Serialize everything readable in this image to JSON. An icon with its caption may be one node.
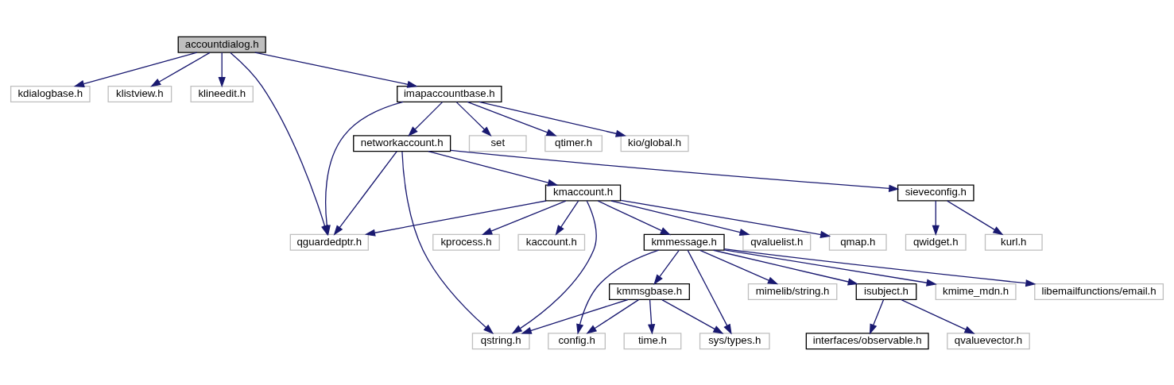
{
  "diagram": {
    "nodes": [
      {
        "text": [
          "accountdialog.h"
        ]
      },
      {
        "text": [
          "kdialogbase.h"
        ]
      },
      {
        "text": [
          "klistview.h"
        ]
      },
      {
        "text": [
          "klineedit.h"
        ]
      },
      {
        "text": [
          "imapaccountbase.h"
        ]
      },
      {
        "text": [
          "networkaccount.h"
        ]
      },
      {
        "text": [
          "set"
        ]
      },
      {
        "text": [
          "qtimer.h"
        ]
      },
      {
        "text": [
          "kio/global.h"
        ]
      },
      {
        "text": [
          "kmaccount.h"
        ]
      },
      {
        "text": [
          "sieveconfig.h"
        ]
      },
      {
        "text": [
          "qguardedptr.h"
        ]
      },
      {
        "text": [
          "kprocess.h"
        ]
      },
      {
        "text": [
          "kaccount.h"
        ]
      },
      {
        "text": [
          "kmmessage.h"
        ]
      },
      {
        "text": [
          "qvaluelist.h"
        ]
      },
      {
        "text": [
          "qmap.h"
        ]
      },
      {
        "text": [
          "qwidget.h"
        ]
      },
      {
        "text": [
          "kurl.h"
        ]
      },
      {
        "text": [
          "kmmsgbase.h"
        ]
      },
      {
        "text": [
          "mimelib/string.h"
        ]
      },
      {
        "text": [
          "isubject.h"
        ]
      },
      {
        "text": [
          "kmime_mdn.h"
        ]
      },
      {
        "text": [
          "libemailfunctions/email.h"
        ]
      },
      {
        "text": [
          "qstring.h"
        ]
      },
      {
        "text": [
          "config.h"
        ]
      },
      {
        "text": [
          "time.h"
        ]
      },
      {
        "text": [
          "sys/types.h"
        ]
      },
      {
        "text": [
          "interfaces/observable.h"
        ]
      },
      {
        "text": [
          "qvaluevector.h"
        ]
      }
    ],
    "edges": [
      {
        "from": 0,
        "to": 1,
        "arrow": "to"
      },
      {
        "from": 0,
        "to": 2,
        "arrow": "to"
      },
      {
        "from": 0,
        "to": 3,
        "arrow": "to"
      },
      {
        "from": 0,
        "to": 4,
        "arrow": "to"
      },
      {
        "from": 0,
        "to": 11,
        "arrow": "to"
      },
      {
        "from": 4,
        "to": 11,
        "arrow": "to"
      },
      {
        "from": 4,
        "to": 5,
        "arrow": "to"
      },
      {
        "from": 4,
        "to": 6,
        "arrow": "to"
      },
      {
        "from": 4,
        "to": 7,
        "arrow": "to"
      },
      {
        "from": 4,
        "to": 8,
        "arrow": "to"
      },
      {
        "from": 5,
        "to": 11,
        "arrow": "to"
      },
      {
        "from": 5,
        "to": 24,
        "arrow": "to"
      },
      {
        "from": 5,
        "to": 9,
        "arrow": "to"
      },
      {
        "from": 5,
        "to": 10,
        "arrow": "to"
      },
      {
        "from": 9,
        "to": 11,
        "arrow": "to"
      },
      {
        "from": 9,
        "to": 12,
        "arrow": "to"
      },
      {
        "from": 9,
        "to": 13,
        "arrow": "to"
      },
      {
        "from": 9,
        "to": 14,
        "arrow": "to"
      },
      {
        "from": 9,
        "to": 15,
        "arrow": "to"
      },
      {
        "from": 9,
        "to": 16,
        "arrow": "to"
      },
      {
        "from": 9,
        "to": 24,
        "arrow": "to"
      },
      {
        "from": 10,
        "to": 17,
        "arrow": "to"
      },
      {
        "from": 10,
        "to": 18,
        "arrow": "to"
      },
      {
        "from": 14,
        "to": 25,
        "arrow": "to"
      },
      {
        "from": 14,
        "to": 19,
        "arrow": "to"
      },
      {
        "from": 14,
        "to": 27,
        "arrow": "to"
      },
      {
        "from": 14,
        "to": 20,
        "arrow": "to"
      },
      {
        "from": 14,
        "to": 21,
        "arrow": "to"
      },
      {
        "from": 14,
        "to": 22,
        "arrow": "to"
      },
      {
        "from": 14,
        "to": 23,
        "arrow": "to"
      },
      {
        "from": 19,
        "to": 24,
        "arrow": "to"
      },
      {
        "from": 19,
        "to": 25,
        "arrow": "to"
      },
      {
        "from": 19,
        "to": 26,
        "arrow": "to"
      },
      {
        "from": 19,
        "to": 27,
        "arrow": "to"
      },
      {
        "from": 21,
        "to": 28,
        "arrow": "to"
      },
      {
        "from": 21,
        "to": 29,
        "arrow": "to"
      }
    ]
  }
}
